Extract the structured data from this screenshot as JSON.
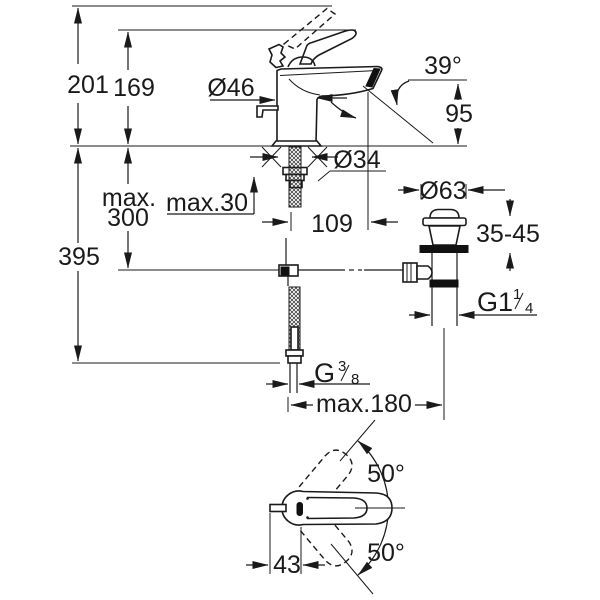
{
  "drawing": {
    "front_view": {
      "dim_height_open": "201",
      "dim_height_closed": "169",
      "dim_body_diameter": "Ø46",
      "dim_spout_angle": "39°",
      "dim_spout_height": "95",
      "dim_hole_diameter": "Ø34",
      "dim_max_depth_line1": "max.",
      "dim_max_depth_line2": "300",
      "dim_deck_thickness": "max.30",
      "dim_spout_projection": "109",
      "dim_total_height": "395"
    },
    "waste_view": {
      "dim_waste_diameter": "Ø63",
      "dim_basin_thickness": "35-45",
      "thread_waste_main": "G1",
      "thread_waste_sup": "1",
      "thread_waste_sub": "4",
      "dim_max_reach": "max.180",
      "thread_hose_main": "G",
      "thread_hose_sup": "3",
      "thread_hose_sub": "8"
    },
    "plan_view": {
      "dim_swing_top": "50°",
      "dim_swing_bottom": "50°",
      "dim_handle_offset": "43"
    },
    "colors": {
      "line": "#1a1a1a",
      "background": "#ffffff"
    }
  }
}
